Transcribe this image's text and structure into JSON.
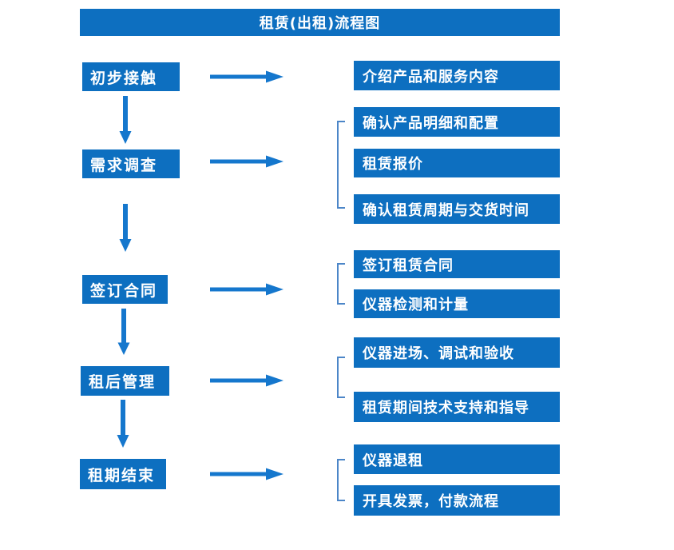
{
  "title": "租赁(出租)流程图",
  "palette": {
    "box_fill": "#0d6fc0",
    "arrow_color": "#1577cd",
    "bracket_color": "#4c86c8",
    "text_color": "#ffffff",
    "background": "#ffffff"
  },
  "flow": {
    "stages": [
      {
        "id": "initial-contact",
        "label": "初步接触",
        "outputs": [
          "介绍产品和服务内容"
        ]
      },
      {
        "id": "demand-survey",
        "label": "需求调查",
        "outputs": [
          "确认产品明细和配置",
          "租赁报价",
          "确认租赁周期与交货时间"
        ]
      },
      {
        "id": "sign-contract",
        "label": "签订合同",
        "outputs": [
          "签订租赁合同",
          "仪器检测和计量"
        ]
      },
      {
        "id": "post-rental-management",
        "label": "租后管理",
        "outputs": [
          "仪器进场、调试和验收",
          "租赁期间技术支持和指导"
        ]
      },
      {
        "id": "rental-end",
        "label": "租期结束",
        "outputs": [
          "仪器退租",
          "开具发票，付款流程"
        ]
      }
    ]
  }
}
